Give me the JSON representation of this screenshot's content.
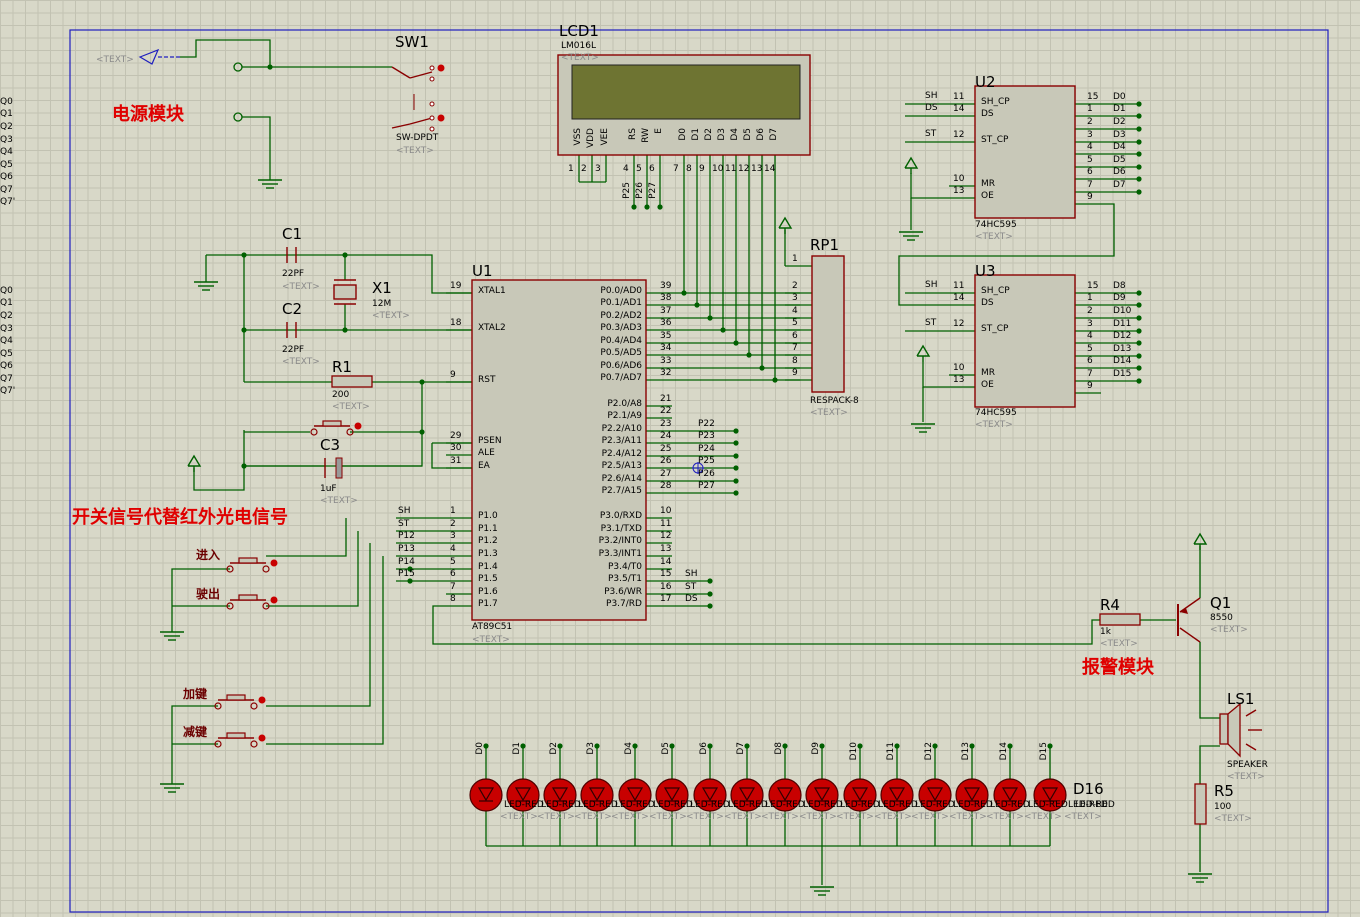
{
  "colors": {
    "background": "#d8d8c8",
    "grid": "#c2c2b2",
    "border": "#1e1ebe",
    "body": "#c8c8b8",
    "outline": "#8a0000",
    "wire": "#006000",
    "label_red": "#e00000",
    "lcd_screen": "#6e7432",
    "led": "#c80000"
  },
  "text_placeholder": "<TEXT>",
  "modules": {
    "power": "电源模块",
    "switch_signal": "开关信号代替红外光电信号",
    "alarm": "报警模块"
  },
  "buttons": {
    "enter": "进入",
    "exit": "驶出",
    "add": "加键",
    "sub": "减键"
  },
  "sw1": {
    "ref": "SW1",
    "type": "SW-DPDT"
  },
  "lcd": {
    "ref": "LCD1",
    "type": "LM016L",
    "pins": [
      "VSS",
      "VDD",
      "VEE",
      "RS",
      "RW",
      "E",
      "D0",
      "D1",
      "D2",
      "D3",
      "D4",
      "D5",
      "D6",
      "D7"
    ],
    "pin_numbers": [
      "1",
      "2",
      "3",
      "4",
      "5",
      "6",
      "7",
      "8",
      "9",
      "10",
      "11",
      "12",
      "13",
      "14"
    ],
    "nets": [
      "P25",
      "P26",
      "P27"
    ]
  },
  "c1": {
    "ref": "C1",
    "value": "22PF"
  },
  "c2": {
    "ref": "C2",
    "value": "22PF"
  },
  "x1": {
    "ref": "X1",
    "value": "12M"
  },
  "r1": {
    "ref": "R1",
    "value": "200"
  },
  "c3": {
    "ref": "C3",
    "value": "1uF"
  },
  "u1": {
    "ref": "U1",
    "type": "AT89C51",
    "left_pins": [
      {
        "no": "19",
        "name": "XTAL1"
      },
      {
        "no": "18",
        "name": "XTAL2"
      },
      {
        "no": "9",
        "name": "RST"
      },
      {
        "no": "29",
        "name": "PSEN"
      },
      {
        "no": "30",
        "name": "ALE"
      },
      {
        "no": "31",
        "name": "EA"
      },
      {
        "no": "1",
        "name": "P1.0"
      },
      {
        "no": "2",
        "name": "P1.1"
      },
      {
        "no": "3",
        "name": "P1.2"
      },
      {
        "no": "4",
        "name": "P1.3"
      },
      {
        "no": "5",
        "name": "P1.4"
      },
      {
        "no": "6",
        "name": "P1.5"
      },
      {
        "no": "7",
        "name": "P1.6"
      },
      {
        "no": "8",
        "name": "P1.7"
      }
    ],
    "right_pins": [
      {
        "no": "39",
        "name": "P0.0/AD0"
      },
      {
        "no": "38",
        "name": "P0.1/AD1"
      },
      {
        "no": "37",
        "name": "P0.2/AD2"
      },
      {
        "no": "36",
        "name": "P0.3/AD3"
      },
      {
        "no": "35",
        "name": "P0.4/AD4"
      },
      {
        "no": "34",
        "name": "P0.5/AD5"
      },
      {
        "no": "33",
        "name": "P0.6/AD6"
      },
      {
        "no": "32",
        "name": "P0.7/AD7"
      },
      {
        "no": "21",
        "name": "P2.0/A8"
      },
      {
        "no": "22",
        "name": "P2.1/A9"
      },
      {
        "no": "23",
        "name": "P2.2/A10"
      },
      {
        "no": "24",
        "name": "P2.3/A11"
      },
      {
        "no": "25",
        "name": "P2.4/A12"
      },
      {
        "no": "26",
        "name": "P2.5/A13"
      },
      {
        "no": "27",
        "name": "P2.6/A14"
      },
      {
        "no": "28",
        "name": "P2.7/A15"
      },
      {
        "no": "10",
        "name": "P3.0/RXD"
      },
      {
        "no": "11",
        "name": "P3.1/TXD"
      },
      {
        "no": "12",
        "name": "P3.2/INT0"
      },
      {
        "no": "13",
        "name": "P3.3/INT1"
      },
      {
        "no": "14",
        "name": "P3.4/T0"
      },
      {
        "no": "15",
        "name": "P3.5/T1"
      },
      {
        "no": "16",
        "name": "P3.6/WR"
      },
      {
        "no": "17",
        "name": "P3.7/RD"
      }
    ],
    "left_nets": [
      "SH",
      "ST",
      "P12",
      "P13",
      "P14",
      "P15"
    ],
    "p2_nets": [
      "P22",
      "P23",
      "P24",
      "P25",
      "P26",
      "P27"
    ],
    "p3_nets": [
      "SH",
      "ST",
      "DS"
    ]
  },
  "rp1": {
    "ref": "RP1",
    "type": "RESPACK-8",
    "pins": [
      "1",
      "2",
      "3",
      "4",
      "5",
      "6",
      "7",
      "8",
      "9"
    ]
  },
  "u2": {
    "ref": "U2",
    "type": "74HC595",
    "left_pins": [
      {
        "no": "11",
        "name": "SH_CP",
        "net": "SH"
      },
      {
        "no": "14",
        "name": "DS",
        "net": "DS"
      },
      {
        "no": "12",
        "name": "ST_CP",
        "net": "ST"
      },
      {
        "no": "10",
        "name": "MR",
        "net": ""
      },
      {
        "no": "13",
        "name": "OE",
        "net": ""
      }
    ],
    "right_pins": [
      {
        "no": "15",
        "name": "Q0",
        "net": "D0"
      },
      {
        "no": "1",
        "name": "Q1",
        "net": "D1"
      },
      {
        "no": "2",
        "name": "Q2",
        "net": "D2"
      },
      {
        "no": "3",
        "name": "Q3",
        "net": "D3"
      },
      {
        "no": "4",
        "name": "Q4",
        "net": "D4"
      },
      {
        "no": "5",
        "name": "Q5",
        "net": "D5"
      },
      {
        "no": "6",
        "name": "Q6",
        "net": "D6"
      },
      {
        "no": "7",
        "name": "Q7",
        "net": "D7"
      },
      {
        "no": "9",
        "name": "Q7'",
        "net": ""
      }
    ]
  },
  "u3": {
    "ref": "U3",
    "type": "74HC595",
    "left_pins": [
      {
        "no": "11",
        "name": "SH_CP",
        "net": "SH"
      },
      {
        "no": "14",
        "name": "DS",
        "net": ""
      },
      {
        "no": "12",
        "name": "ST_CP",
        "net": "ST"
      },
      {
        "no": "10",
        "name": "MR",
        "net": ""
      },
      {
        "no": "13",
        "name": "OE",
        "net": ""
      }
    ],
    "right_pins": [
      {
        "no": "15",
        "name": "Q0",
        "net": "D8"
      },
      {
        "no": "1",
        "name": "Q1",
        "net": "D9"
      },
      {
        "no": "2",
        "name": "Q2",
        "net": "D10"
      },
      {
        "no": "3",
        "name": "Q3",
        "net": "D11"
      },
      {
        "no": "4",
        "name": "Q4",
        "net": "D12"
      },
      {
        "no": "5",
        "name": "Q5",
        "net": "D13"
      },
      {
        "no": "6",
        "name": "Q6",
        "net": "D14"
      },
      {
        "no": "7",
        "name": "Q7",
        "net": "D15"
      },
      {
        "no": "9",
        "name": "Q7'",
        "net": ""
      }
    ]
  },
  "leds": {
    "nets": [
      "D0",
      "D1",
      "D2",
      "D3",
      "D4",
      "D5",
      "D6",
      "D7",
      "D8",
      "D9",
      "D10",
      "D11",
      "D12",
      "D13",
      "D14",
      "D15"
    ],
    "last_ref": "D16",
    "type": "LED-RED"
  },
  "r4": {
    "ref": "R4",
    "value": "1k"
  },
  "q1": {
    "ref": "Q1",
    "value": "8550"
  },
  "ls1": {
    "ref": "LS1",
    "type": "SPEAKER"
  },
  "r5": {
    "ref": "R5",
    "value": "100"
  }
}
